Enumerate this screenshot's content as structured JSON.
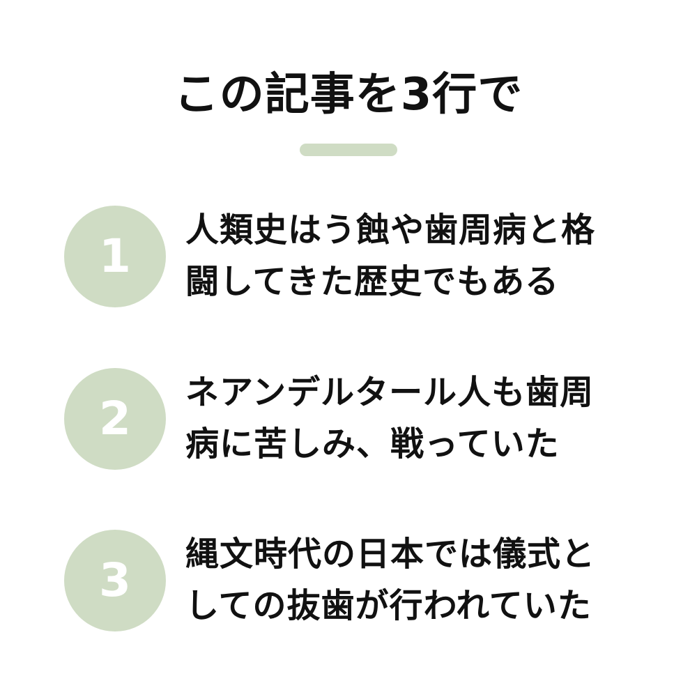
{
  "title": "この記事を3行で",
  "colors": {
    "accent": "#cfdcc4",
    "text": "#111111",
    "number": "#ffffff",
    "background": "#ffffff"
  },
  "items": [
    {
      "number": "1",
      "lines": [
        "人類史はう蝕や歯周病と格",
        "闘してきた歴史でもある"
      ]
    },
    {
      "number": "2",
      "lines": [
        "ネアンデルタール人も歯周",
        "病に苦しみ、戦っていた"
      ]
    },
    {
      "number": "3",
      "lines": [
        "縄文時代の日本では儀式と",
        "しての抜歯が行われていた"
      ]
    }
  ]
}
